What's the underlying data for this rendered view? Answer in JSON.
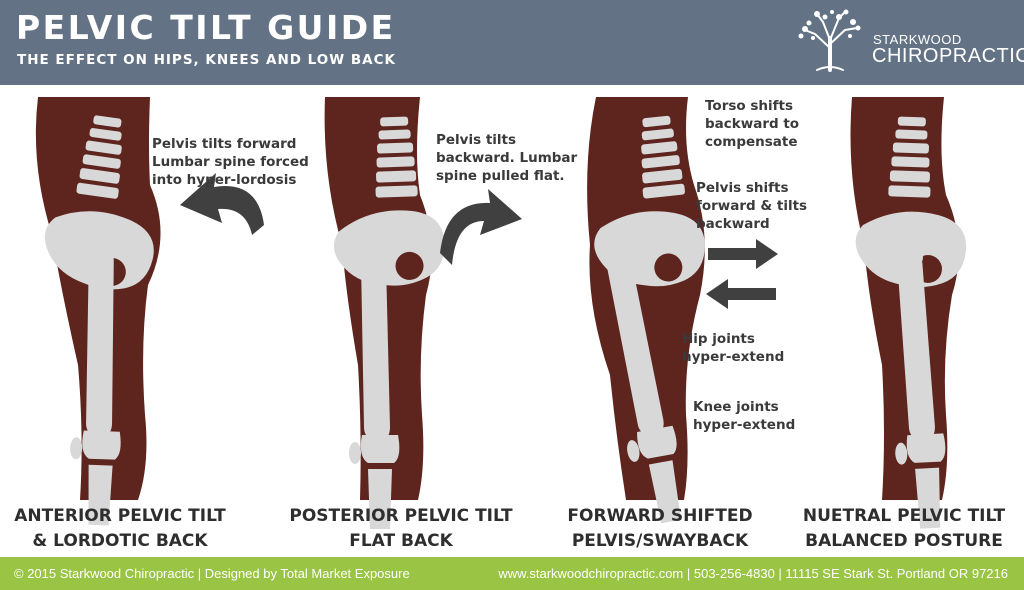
{
  "header": {
    "title": "PELVIC TILT GUIDE",
    "subtitle": "THE EFFECT ON HIPS, KNEES AND LOW BACK",
    "logo_line1": "STARKWOOD",
    "logo_line2": "CHIROPRACTIC",
    "logo_icon": "tree-icon"
  },
  "colors": {
    "header_bg": "#637385",
    "footer_bg": "#9ac444",
    "body": "#5e241e",
    "bone": "#d8d8d8",
    "arrow": "#404040"
  },
  "panels": [
    {
      "caption_line1": "ANTERIOR PELVIC TILT",
      "caption_line2": "& LORDOTIC BACK",
      "notes": [
        "Pelvis tilts forward\nLumbar spine forced\ninto hyper-lordosis"
      ],
      "arrow_icon": "curved-arrow-counterclockwise-icon"
    },
    {
      "caption_line1": "POSTERIOR PELVIC TILT",
      "caption_line2": "FLAT BACK",
      "notes": [
        "Pelvis tilts\nbackward. Lumbar\nspine pulled flat."
      ],
      "arrow_icon": "curved-arrow-clockwise-icon"
    },
    {
      "caption_line1": "FORWARD SHIFTED",
      "caption_line2": "PELVIS/SWAYBACK",
      "notes": [
        "Torso shifts\nbackward to\ncompensate",
        "Pelvis shifts\nforward & tilts\nbackward",
        "Hip joints\nhyper-extend",
        "Knee joints\nhyper-extend"
      ],
      "arrow_icon": "bidirectional-arrows-icon"
    },
    {
      "caption_line1": "NUETRAL PELVIC TILT",
      "caption_line2": "BALANCED POSTURE",
      "notes": []
    }
  ],
  "footer": {
    "left": "© 2015 Starkwood Chiropractic | Designed by Total Market Exposure",
    "right": "www.starkwoodchiropractic.com | 503-256-4830 | 11115 SE Stark St. Portland OR 97216"
  }
}
